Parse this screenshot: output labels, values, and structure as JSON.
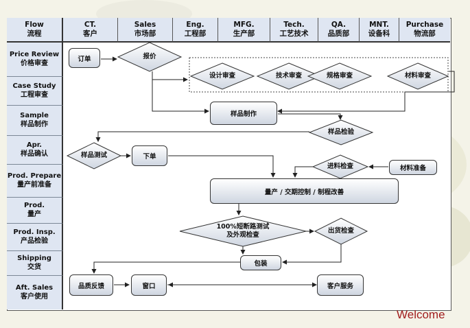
{
  "columns": [
    {
      "en": "Flow",
      "zh": "流程"
    },
    {
      "en": "CT.",
      "zh": "客户"
    },
    {
      "en": "Sales",
      "zh": "市场部"
    },
    {
      "en": "Eng.",
      "zh": "工程部"
    },
    {
      "en": "MFG.",
      "zh": "生产部"
    },
    {
      "en": "Tech.",
      "zh": "工艺技术"
    },
    {
      "en": "QA.",
      "zh": "品质部"
    },
    {
      "en": "MNT.",
      "zh": "设备科"
    },
    {
      "en": "Purchase",
      "zh": "物流部"
    }
  ],
  "lanes": [
    {
      "en": "Price Review",
      "zh": "价格审查"
    },
    {
      "en": "Case Study",
      "zh": "工程审查"
    },
    {
      "en": "Sample",
      "zh": "样品制作"
    },
    {
      "en": "Apr.",
      "zh": "样品确认"
    },
    {
      "en": "Prod. Prepare",
      "zh": "量产前准备"
    },
    {
      "en": "Prod.",
      "zh": "量产"
    },
    {
      "en": "Prod. Insp.",
      "zh": "产品检验"
    },
    {
      "en": "Shipping",
      "zh": "交货"
    },
    {
      "en": "Aft. Sales",
      "zh": "客户使用"
    }
  ],
  "nodes": {
    "order": "订单",
    "quote": "报价",
    "design_review": "设计审查",
    "tech_review": "技术审查",
    "spec_review": "规格审查",
    "material_review": "材料审查",
    "sample_making": "样品制作",
    "sample_inspection": "样品检验",
    "sample_test": "样品测试",
    "place_order": "下单",
    "incoming_inspection": "进料检查",
    "material_prep": "材料准备",
    "mass_production": "量产 / 交期控制 / 制程改善",
    "final_test": "100%短断路测试\n及外观检查",
    "outgoing_inspection": "出货检查",
    "packing": "包装",
    "quality_feedback": "品质反馈",
    "window": "窗口",
    "customer_service": "客户服务"
  },
  "footer": {
    "welcome": "Welcome"
  }
}
